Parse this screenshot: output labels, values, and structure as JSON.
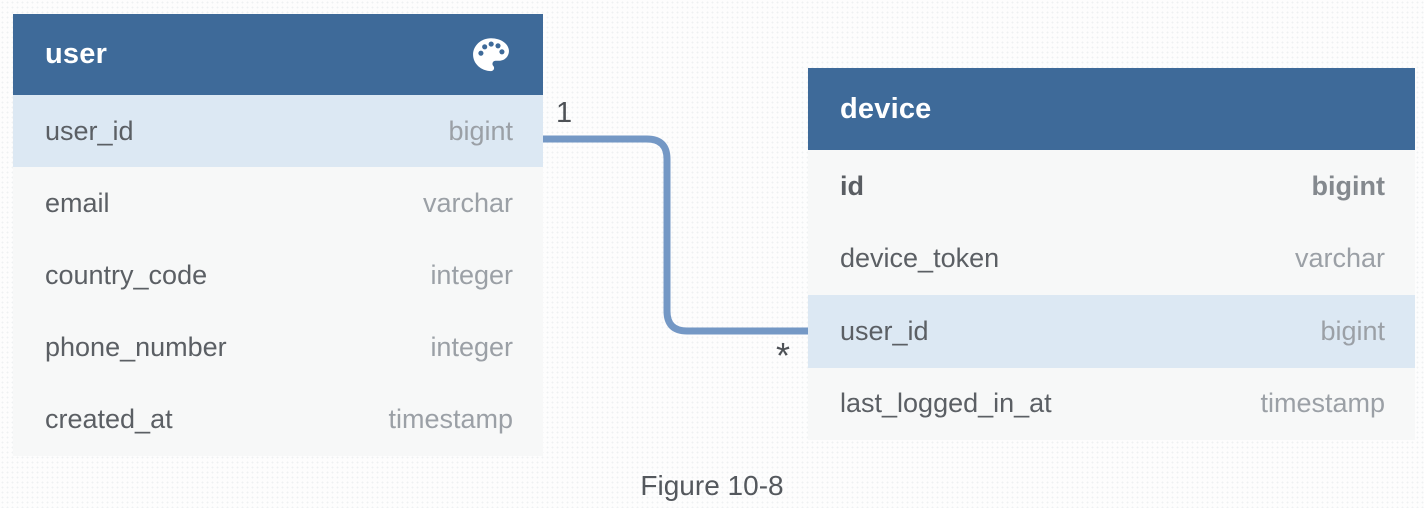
{
  "page": {
    "caption": "Figure 10-8"
  },
  "tables": [
    {
      "id": "user",
      "title": "user",
      "header_icon": "palette-icon",
      "columns": [
        {
          "name": "user_id",
          "type": "bigint",
          "highlighted": true,
          "bold": false
        },
        {
          "name": "email",
          "type": "varchar",
          "highlighted": false,
          "bold": false
        },
        {
          "name": "country_code",
          "type": "integer",
          "highlighted": false,
          "bold": false
        },
        {
          "name": "phone_number",
          "type": "integer",
          "highlighted": false,
          "bold": false
        },
        {
          "name": "created_at",
          "type": "timestamp",
          "highlighted": false,
          "bold": false
        }
      ]
    },
    {
      "id": "device",
      "title": "device",
      "header_icon": null,
      "columns": [
        {
          "name": "id",
          "type": "bigint",
          "highlighted": false,
          "bold": true
        },
        {
          "name": "device_token",
          "type": "varchar",
          "highlighted": false,
          "bold": false
        },
        {
          "name": "user_id",
          "type": "bigint",
          "highlighted": true,
          "bold": false
        },
        {
          "name": "last_logged_in_at",
          "type": "timestamp",
          "highlighted": false,
          "bold": false
        }
      ]
    }
  ],
  "relationship": {
    "from_table": "user",
    "from_column": "user_id",
    "to_table": "device",
    "to_column": "user_id",
    "from_cardinality": "1",
    "to_cardinality": "*"
  },
  "colors": {
    "header_bg": "#3e6a99",
    "header_text": "#ffffff",
    "row_bg": "#f7f8f8",
    "row_highlight_bg": "#dce8f3",
    "field_text": "#5b5f64",
    "type_text": "#9ba0a6",
    "connector_line": "#7498c5",
    "label_text": "#4d5156"
  }
}
